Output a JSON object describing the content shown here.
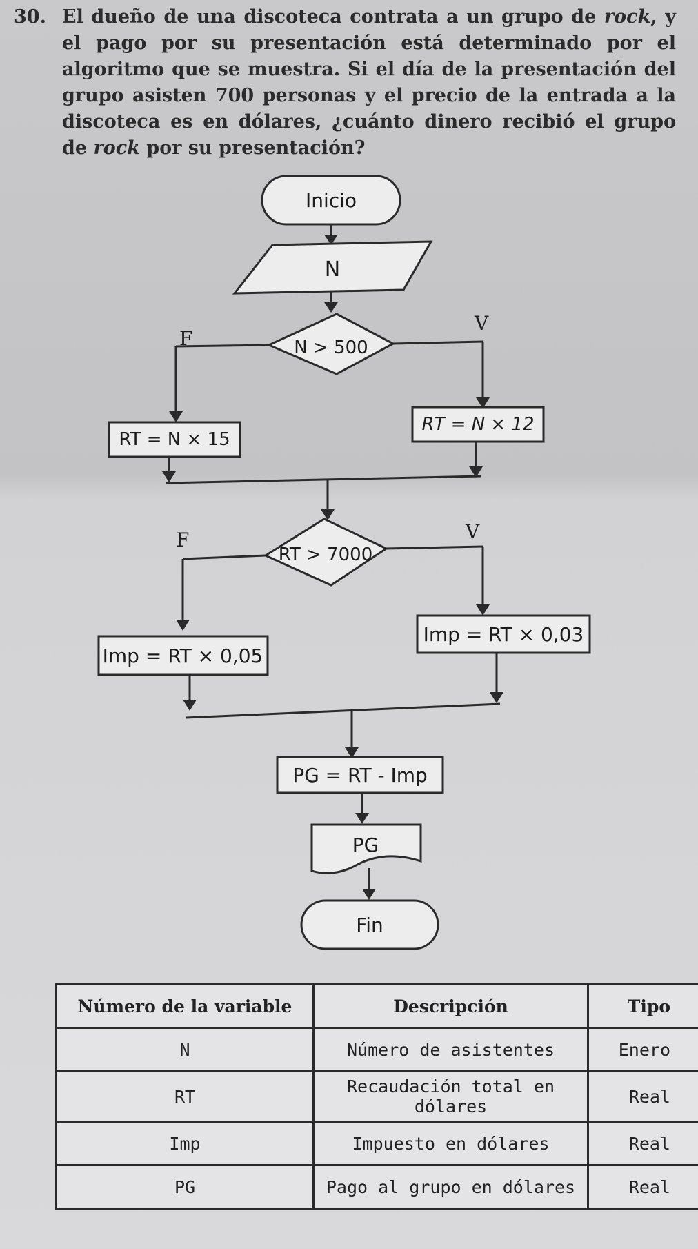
{
  "problem": {
    "number": "30.",
    "parts": [
      "El dueño de una discoteca contrata a un grupo de ",
      "rock",
      ", y el pago por su presentación está determinado por el algoritmo que se muestra. Si el día de la presentación del grupo asisten 700 personas y el precio de la entrada a la discoteca es en dólares, ¿cuánto dinero recibió el grupo de ",
      "rock",
      " por su presentación?"
    ]
  },
  "flowchart": {
    "start": "Inicio",
    "input": "N",
    "decision1": "N > 500",
    "decision1_false": "F",
    "decision1_true": "V",
    "false1": "RT = N × 15",
    "true1": "RT = N × 12",
    "decision2": "RT > 7000",
    "decision2_false": "F",
    "decision2_true": "V",
    "false2": "Imp = RT × 0,05",
    "true2": "Imp = RT × 0,03",
    "process": "PG = RT - Imp",
    "output": "PG",
    "end": "Fin"
  },
  "table": {
    "headers": [
      "Número de la variable",
      "Descripción",
      "Tipo"
    ],
    "rows": [
      [
        "N",
        "Número de asistentes",
        "Enero"
      ],
      [
        "RT",
        "Recaudación total en dólares",
        "Real"
      ],
      [
        "Imp",
        "Impuesto en dólares",
        "Real"
      ],
      [
        "PG",
        "Pago al grupo en dólares",
        "Real"
      ]
    ]
  }
}
